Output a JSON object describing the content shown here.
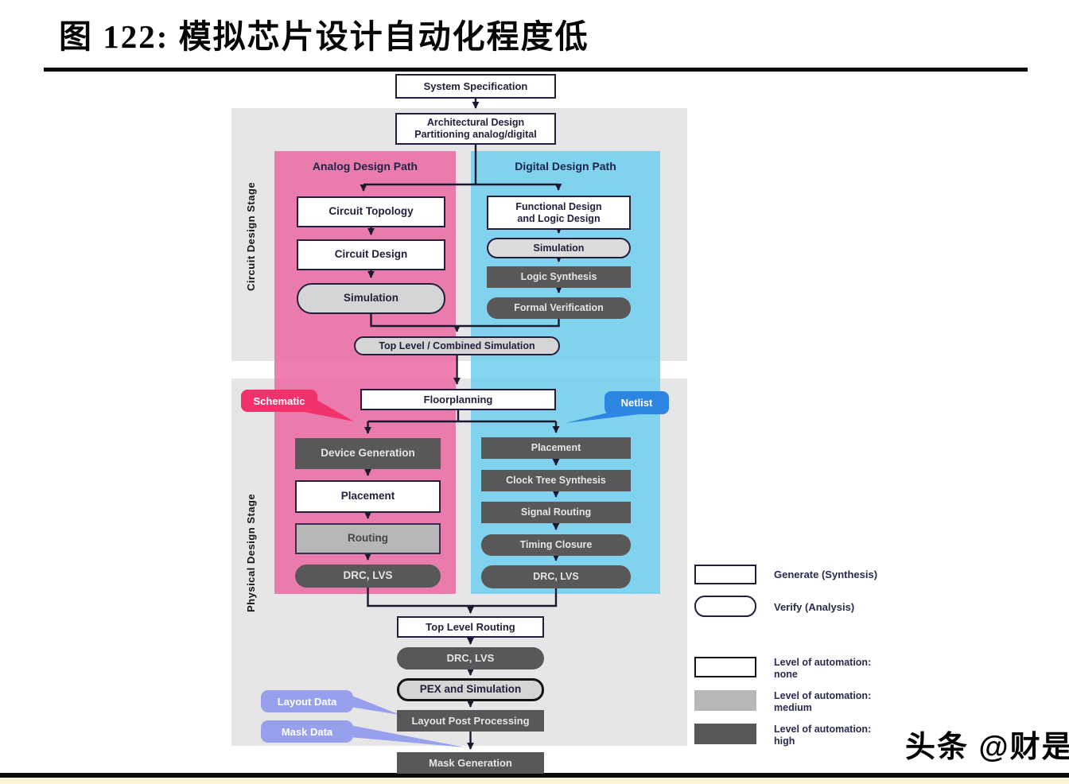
{
  "figure": {
    "title": "图 122:  模拟芯片设计自动化程度低",
    "watermark": "头条 @财是"
  },
  "stages": {
    "circuit": "Circuit Design Stage",
    "physical": "Physical Design Stage"
  },
  "paths": {
    "analog": "Analog Design Path",
    "digital": "Digital Design Path"
  },
  "nodes": {
    "system_specification": "System Specification",
    "architectural_design": [
      "Architectural Design",
      "Partitioning analog/digital"
    ],
    "circuit_topology": "Circuit Topology",
    "circuit_design": "Circuit Design",
    "analog_simulation": "Simulation",
    "functional_design": [
      "Functional Design",
      "and Logic Design"
    ],
    "digital_simulation": "Simulation",
    "logic_synthesis": "Logic Synthesis",
    "formal_verification": "Formal Verification",
    "top_level_combined_simulation": "Top Level / Combined Simulation",
    "floorplanning": "Floorplanning",
    "device_generation": "Device Generation",
    "analog_placement": "Placement",
    "analog_routing": "Routing",
    "analog_drc_lvs": "DRC, LVS",
    "digital_placement": "Placement",
    "clock_tree_synthesis": "Clock Tree Synthesis",
    "signal_routing": "Signal Routing",
    "timing_closure": "Timing Closure",
    "digital_drc_lvs": "DRC, LVS",
    "top_level_routing": "Top Level Routing",
    "final_drc_lvs": "DRC, LVS",
    "pex_and_simulation": "PEX and Simulation",
    "layout_post_processing": "Layout Post Processing",
    "mask_generation": "Mask Generation"
  },
  "callouts": {
    "schematic": "Schematic",
    "netlist": "Netlist",
    "layout_data": "Layout Data",
    "mask_data": "Mask Data"
  },
  "legend": {
    "generate": "Generate (Synthesis)",
    "verify": "Verify (Analysis)",
    "none": [
      "Level of automation:",
      "none"
    ],
    "medium": [
      "Level of automation:",
      "medium"
    ],
    "high": [
      "Level of automation:",
      "high"
    ]
  },
  "colors": {
    "analog_column": "#e87fae",
    "digital_column": "#87d4ef",
    "stage_panel": "#e6e6e6",
    "dark_box": "#585858",
    "medium_box": "#b7b7b7",
    "light_box": "#d5d5d5",
    "schematic_bubble": "#f2326b",
    "netlist_bubble": "#2d87e2",
    "data_bubble": "#97a0ec",
    "connector": "#191930"
  }
}
